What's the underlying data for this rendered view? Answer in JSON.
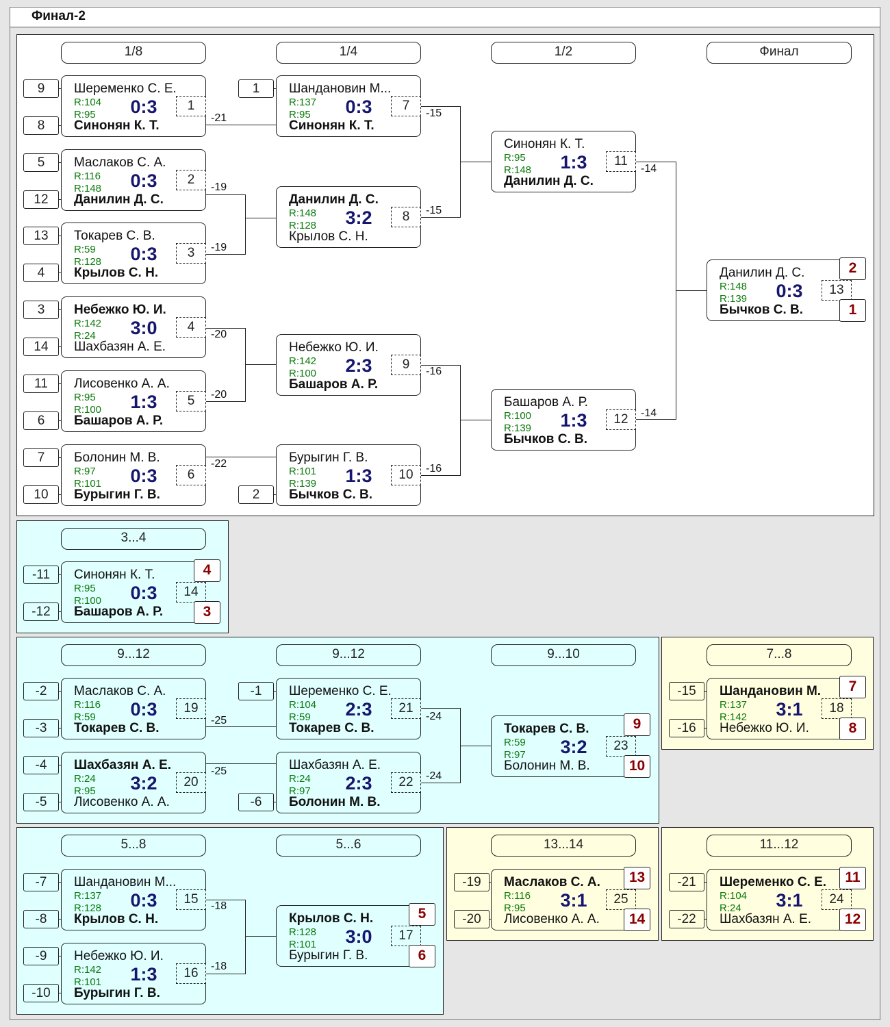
{
  "title": "Финал-2",
  "headers": {
    "main": [
      "1/8",
      "1/4",
      "1/2",
      "Финал"
    ],
    "p34": "3...4",
    "p912": [
      "9...12",
      "9...12",
      "9...10"
    ],
    "p78": "7...8",
    "p58": [
      "5...8",
      "5...6"
    ],
    "p1314": "13...14",
    "p1112": "11...12"
  },
  "seeds": {
    "main": [
      "9",
      "8",
      "5",
      "12",
      "13",
      "4",
      "3",
      "14",
      "11",
      "6",
      "7",
      "10",
      "1",
      "2"
    ],
    "p34": [
      "-11",
      "-12"
    ],
    "p912": [
      "-2",
      "-3",
      "-4",
      "-5",
      "-1",
      "-6"
    ],
    "p78": [
      "-15",
      "-16"
    ],
    "p58": [
      "-7",
      "-8",
      "-9",
      "-10"
    ],
    "p1314": [
      "-19",
      "-20"
    ],
    "p1112": [
      "-21",
      "-22"
    ]
  },
  "matches": {
    "m1": {
      "p1": "Шеременко С. Е.",
      "p2": "Синонян К. Т.",
      "r1": "R:104",
      "r2": "R:95",
      "score": "0:3",
      "num": "1"
    },
    "m2": {
      "p1": "Маслаков С. А.",
      "p2": "Данилин Д. С.",
      "r1": "R:116",
      "r2": "R:148",
      "score": "0:3",
      "num": "2"
    },
    "m3": {
      "p1": "Токарев С. В.",
      "p2": "Крылов С. Н.",
      "r1": "R:59",
      "r2": "R:128",
      "score": "0:3",
      "num": "3"
    },
    "m4": {
      "p1": "Небежко Ю. И.",
      "p2": "Шахбазян А. Е.",
      "r1": "R:142",
      "r2": "R:24",
      "score": "3:0",
      "num": "4"
    },
    "m5": {
      "p1": "Лисовенко А. А.",
      "p2": "Башаров А. Р.",
      "r1": "R:95",
      "r2": "R:100",
      "score": "1:3",
      "num": "5"
    },
    "m6": {
      "p1": "Болонин М. В.",
      "p2": "Бурыгин Г. В.",
      "r1": "R:97",
      "r2": "R:101",
      "score": "0:3",
      "num": "6"
    },
    "m7": {
      "p1": "Шандановин М...",
      "p2": "Синонян К. Т.",
      "r1": "R:137",
      "r2": "R:95",
      "score": "0:3",
      "num": "7"
    },
    "m8": {
      "p1": "Данилин Д. С.",
      "p2": "Крылов С. Н.",
      "r1": "R:148",
      "r2": "R:128",
      "score": "3:2",
      "num": "8"
    },
    "m9": {
      "p1": "Небежко Ю. И.",
      "p2": "Башаров А. Р.",
      "r1": "R:142",
      "r2": "R:100",
      "score": "2:3",
      "num": "9"
    },
    "m10": {
      "p1": "Бурыгин Г. В.",
      "p2": "Бычков С. В.",
      "r1": "R:101",
      "r2": "R:139",
      "score": "1:3",
      "num": "10"
    },
    "m11": {
      "p1": "Синонян К. Т.",
      "p2": "Данилин Д. С.",
      "r1": "R:95",
      "r2": "R:148",
      "score": "1:3",
      "num": "11"
    },
    "m12": {
      "p1": "Башаров А. Р.",
      "p2": "Бычков С. В.",
      "r1": "R:100",
      "r2": "R:139",
      "score": "1:3",
      "num": "12"
    },
    "m13": {
      "p1": "Данилин Д. С.",
      "p2": "Бычков С. В.",
      "r1": "R:148",
      "r2": "R:139",
      "score": "0:3",
      "num": "13",
      "pl1": "2",
      "pl2": "1"
    },
    "m14": {
      "p1": "Синонян К. Т.",
      "p2": "Башаров А. Р.",
      "r1": "R:95",
      "r2": "R:100",
      "score": "0:3",
      "num": "14",
      "pl1": "4",
      "pl2": "3"
    },
    "m19": {
      "p1": "Маслаков С. А.",
      "p2": "Токарев С. В.",
      "r1": "R:116",
      "r2": "R:59",
      "score": "0:3",
      "num": "19"
    },
    "m20": {
      "p1": "Шахбазян А. Е.",
      "p2": "Лисовенко А. А.",
      "r1": "R:24",
      "r2": "R:95",
      "score": "3:2",
      "num": "20"
    },
    "m21": {
      "p1": "Шеременко С. Е.",
      "p2": "Токарев С. В.",
      "r1": "R:104",
      "r2": "R:59",
      "score": "2:3",
      "num": "21"
    },
    "m22": {
      "p1": "Шахбазян А. Е.",
      "p2": "Болонин М. В.",
      "r1": "R:24",
      "r2": "R:97",
      "score": "2:3",
      "num": "22"
    },
    "m23": {
      "p1": "Токарев С. В.",
      "p2": "Болонин М. В.",
      "r1": "R:59",
      "r2": "R:97",
      "score": "3:2",
      "num": "23",
      "pl1": "9",
      "pl2": "10"
    },
    "m18": {
      "p1": "Шандановин М.",
      "p2": "Небежко Ю. И.",
      "r1": "R:137",
      "r2": "R:142",
      "score": "3:1",
      "num": "18",
      "pl1": "7",
      "pl2": "8"
    },
    "m15": {
      "p1": "Шандановин М...",
      "p2": "Крылов С. Н.",
      "r1": "R:137",
      "r2": "R:128",
      "score": "0:3",
      "num": "15"
    },
    "m16": {
      "p1": "Небежко Ю. И.",
      "p2": "Бурыгин Г. В.",
      "r1": "R:142",
      "r2": "R:101",
      "score": "1:3",
      "num": "16"
    },
    "m17": {
      "p1": "Крылов С. Н.",
      "p2": "Бурыгин Г. В.",
      "r1": "R:128",
      "r2": "R:101",
      "score": "3:0",
      "num": "17",
      "pl1": "5",
      "pl2": "6"
    },
    "m25": {
      "p1": "Маслаков С. А.",
      "p2": "Лисовенко А. А.",
      "r1": "R:116",
      "r2": "R:95",
      "score": "3:1",
      "num": "25",
      "pl1": "13",
      "pl2": "14"
    },
    "m24": {
      "p1": "Шеременко С. Е.",
      "p2": "Шахбазян А. Е.",
      "r1": "R:104",
      "r2": "R:24",
      "score": "3:1",
      "num": "24",
      "pl1": "11",
      "pl2": "12"
    }
  },
  "loser_labels": {
    "m1": "-21",
    "m2": "-19",
    "m3": "-19",
    "m4": "-20",
    "m5": "-20",
    "m6": "-22",
    "m7": "-15",
    "m8": "-15",
    "m9": "-16",
    "m10": "-16",
    "m11": "-14",
    "m12": "-14",
    "m19": "-25",
    "m20": "-25",
    "m21": "-24",
    "m22": "-24",
    "m15": "-18",
    "m16": "-18"
  }
}
